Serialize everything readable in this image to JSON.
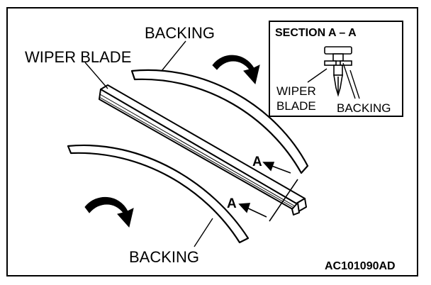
{
  "figure": {
    "labels": {
      "backing_top": "BACKING",
      "wiper_blade": "WIPER BLADE",
      "backing_bottom": "BACKING",
      "section_marker_upper": "A",
      "section_marker_lower": "A",
      "figure_code": "AC101090AD"
    },
    "inset": {
      "title": "SECTION A – A",
      "wiper_label_line1": "WIPER",
      "wiper_label_line2": "BLADE",
      "backing_label": "BACKING"
    }
  }
}
